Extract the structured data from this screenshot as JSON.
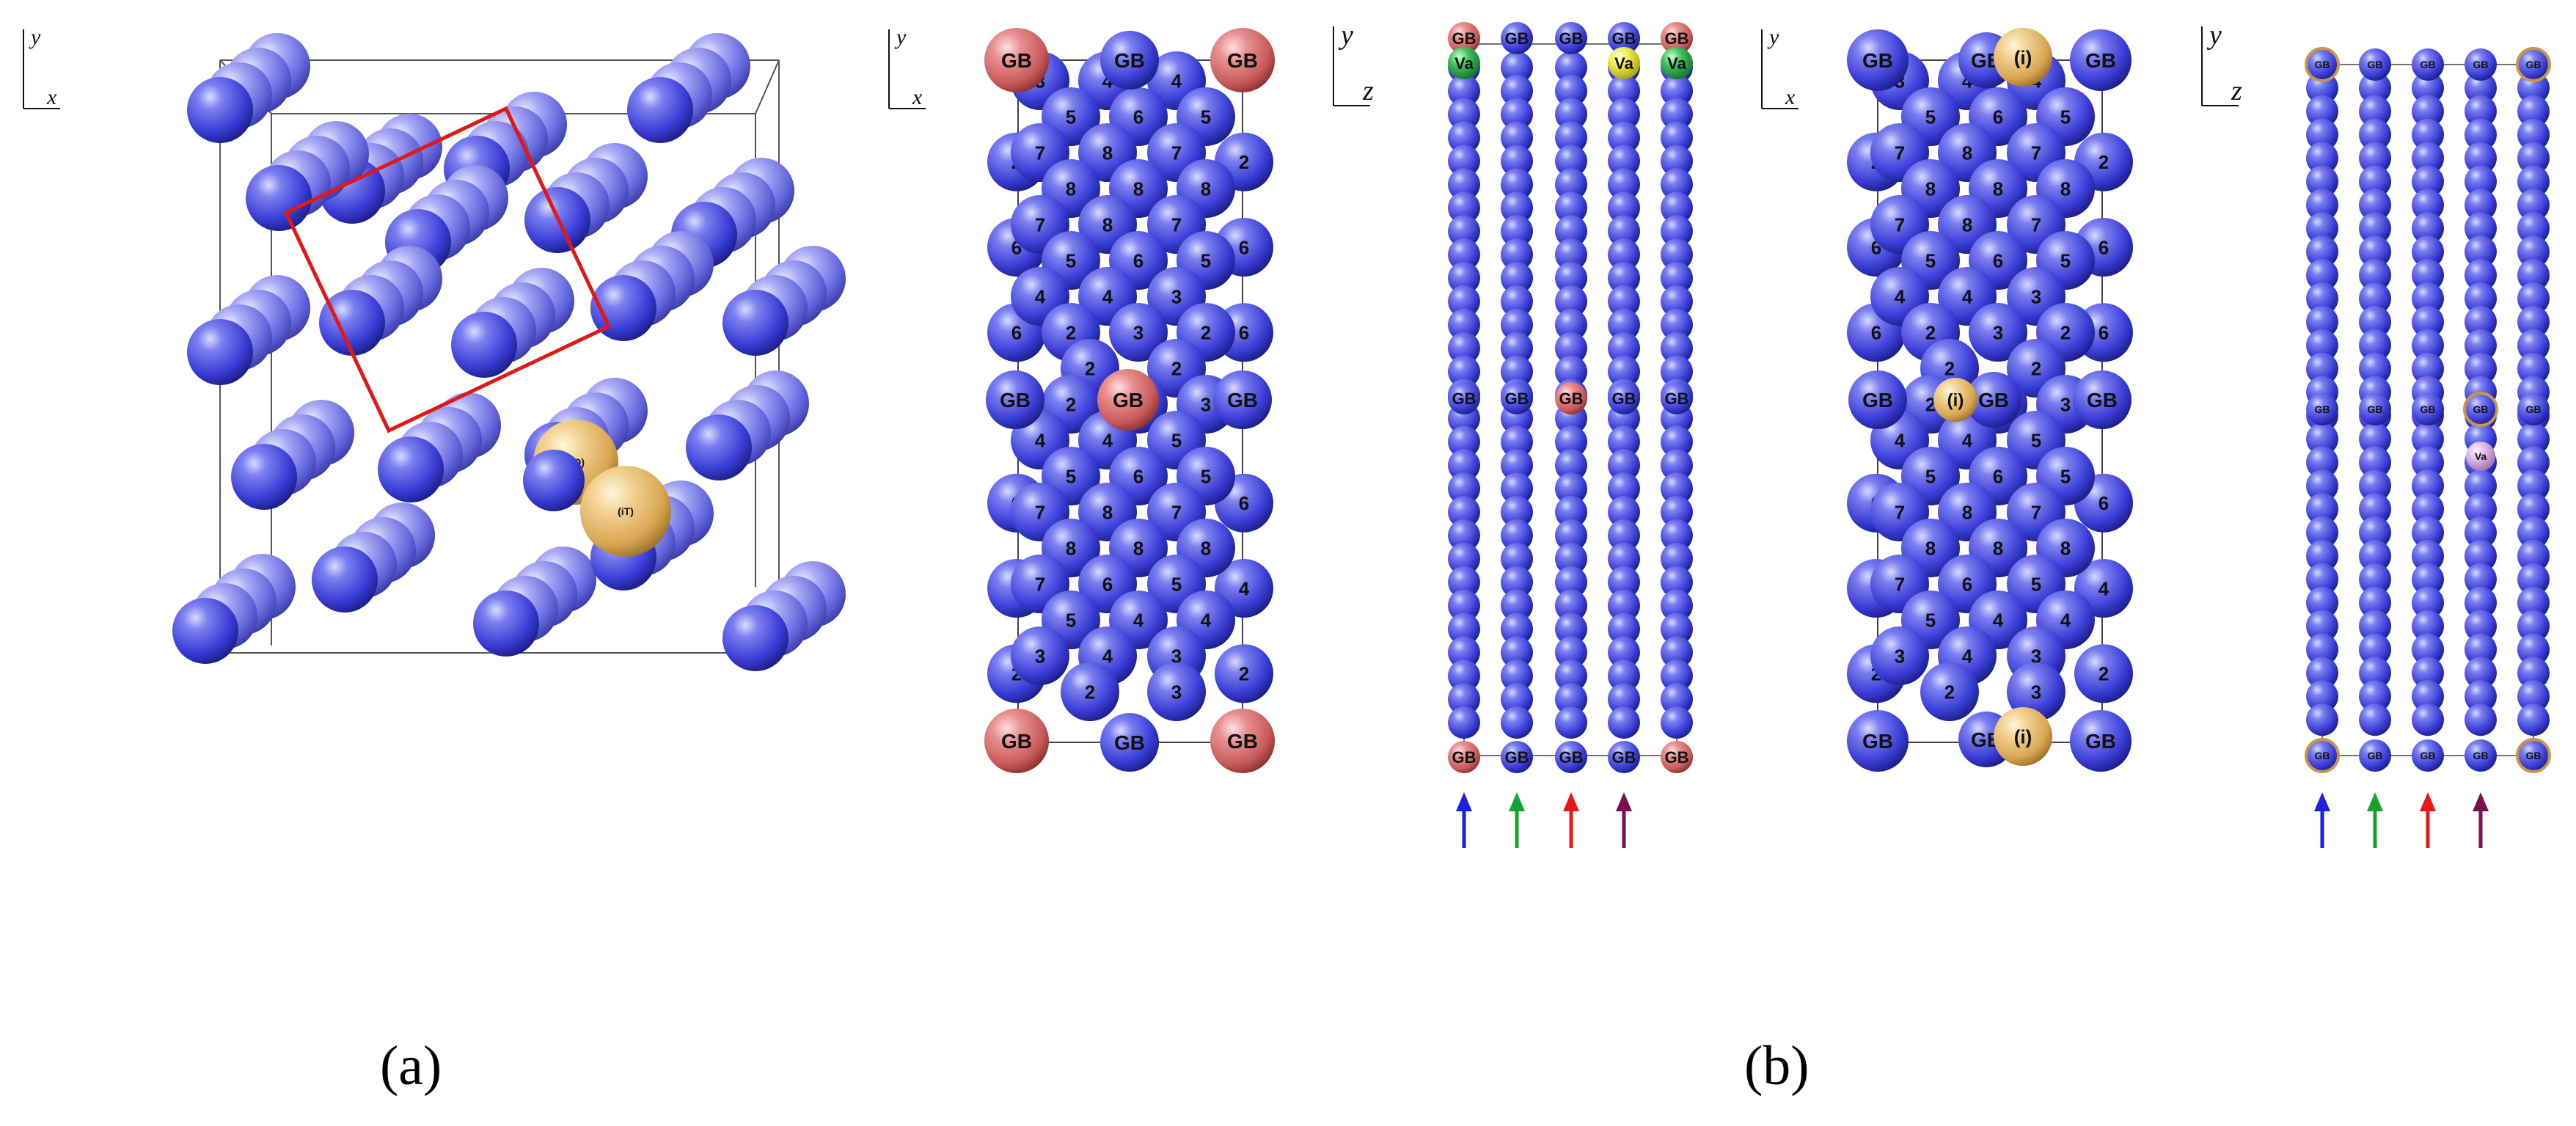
{
  "captions": {
    "a": "(a)",
    "b": "(b)"
  },
  "axes": [
    {
      "h": "x",
      "v": "y"
    },
    {
      "h": "x",
      "v": "y"
    },
    {
      "h": "z",
      "v": "y"
    },
    {
      "h": "x",
      "v": "y"
    },
    {
      "h": "z",
      "v": "y"
    }
  ],
  "site_labels": {
    "gb": "GB",
    "vacancy": "Va",
    "interstitial": "(i)",
    "panel_a_sites": [
      "(iO)",
      "(iT)"
    ]
  },
  "panel2_interior_rows": [
    [
      "3",
      "4",
      "4"
    ],
    [
      "5",
      "6",
      "5"
    ],
    [
      "7",
      "8",
      "7"
    ],
    [
      "8",
      "8",
      "8"
    ],
    [
      "7",
      "8",
      "7"
    ],
    [
      "5",
      "6",
      "5"
    ],
    [
      "4",
      "4",
      "3"
    ],
    [
      "2",
      "3",
      "2"
    ],
    [
      "2",
      "2"
    ],
    [
      "2",
      "3",
      "3"
    ],
    [
      "4",
      "4",
      "5"
    ],
    [
      "5",
      "6",
      "5"
    ],
    [
      "7",
      "8",
      "7"
    ],
    [
      "8",
      "8",
      "8"
    ],
    [
      "7",
      "6",
      "5"
    ],
    [
      "5",
      "4",
      "4"
    ],
    [
      "3",
      "4",
      "3"
    ],
    [
      "2",
      "3"
    ]
  ],
  "panel2_side_rows": [
    [
      "2",
      "2"
    ],
    [
      "6",
      "6"
    ],
    [
      "6",
      "6"
    ],
    [
      "3",
      "3"
    ],
    [
      "6",
      "6"
    ],
    [
      "6",
      "4"
    ],
    [
      "2",
      "2"
    ]
  ],
  "colors": {
    "blue_atom": "#3a3ed6",
    "gb_atom": "#d06a6a",
    "interstitial_atom": "#e0b060",
    "vacancy_atom": "#e8e030",
    "vacancy_green": "#2aa84a",
    "frame": "#e01818",
    "arrows": [
      "#1a22e0",
      "#18a030",
      "#e81818",
      "#7a1050"
    ]
  }
}
